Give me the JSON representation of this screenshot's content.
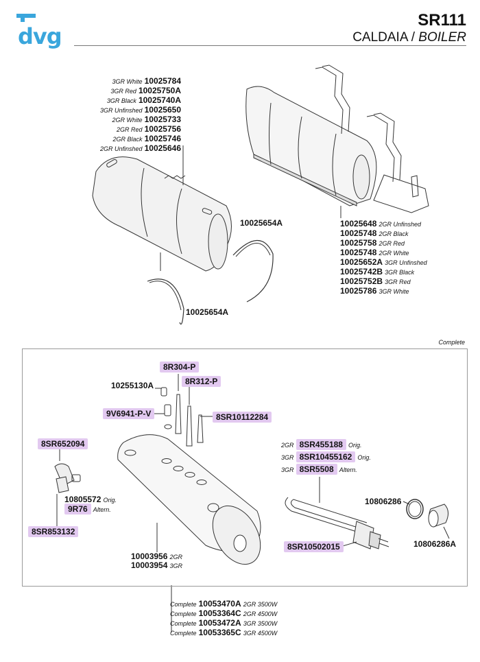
{
  "header": {
    "brand": "dvg",
    "model": "SR111",
    "subtitle_main": "CALDAIA / ",
    "subtitle_italic": "BOILER"
  },
  "casing_left": {
    "items": [
      {
        "desc": "3GR White",
        "code": "10025784"
      },
      {
        "desc": "3GR Red",
        "code": "10025750A"
      },
      {
        "desc": "3GR Black",
        "code": "10025740A"
      },
      {
        "desc": "3GR Unfinshed",
        "code": "10025650"
      },
      {
        "desc": "2GR White",
        "code": "10025733"
      },
      {
        "desc": "2GR Red",
        "code": "10025756"
      },
      {
        "desc": "2GR Black",
        "code": "10025746"
      },
      {
        "desc": "2GR Unfinshed",
        "code": "10025646"
      }
    ],
    "ring_top": "10025654A",
    "ring_bottom": "10025654A"
  },
  "casing_right": {
    "items": [
      {
        "code": "10025648",
        "desc": "2GR Unfinshed"
      },
      {
        "code": "10025748",
        "desc": "2GR Black"
      },
      {
        "code": "10025758",
        "desc": "2GR Red"
      },
      {
        "code": "10025748",
        "desc": "2GR White"
      },
      {
        "code": "10025652A",
        "desc": "3GR Unfinshed"
      },
      {
        "code": "10025742B",
        "desc": "3GR Black"
      },
      {
        "code": "10025752B",
        "desc": "3GR Red"
      },
      {
        "code": "10025786",
        "desc": "3GR White"
      }
    ]
  },
  "boiler_box": {
    "complete_label": "Complete",
    "parts": {
      "p1": "8R304-P",
      "p2": "10255130A",
      "p3": "8R312-P",
      "p4": "9V6941-P-V",
      "p5": "8SR10112284",
      "p6": "8SR652094",
      "p7": "10805572",
      "p7_note": "Orig.",
      "p8": "9R76",
      "p8_note": "Altern.",
      "p9": "8SR853132",
      "boiler_a": "10003956",
      "boiler_a_note": "2GR",
      "boiler_b": "10003954",
      "boiler_b_note": "3GR",
      "gasket": "10806286",
      "sleeve": "10806286A",
      "element": "8SR10502015"
    },
    "elements": [
      {
        "group": "2GR",
        "code": "8SR455188",
        "note": "Orig."
      },
      {
        "group": "3GR",
        "code": "8SR10455162",
        "note": "Orig."
      },
      {
        "group": "3GR",
        "code": "8SR5508",
        "note": "Altern."
      }
    ]
  },
  "complete_list": [
    {
      "prefix": "Complete",
      "code": "10053470A",
      "spec": "2GR 3500W"
    },
    {
      "prefix": "Complete",
      "code": "10053364C",
      "spec": "2GR 4500W"
    },
    {
      "prefix": "Complete",
      "code": "10053472A",
      "spec": "3GR 3500W"
    },
    {
      "prefix": "Complete",
      "code": "10053365C",
      "spec": "3GR 4500W"
    }
  ],
  "colors": {
    "brand": "#3aa6dc",
    "highlight": "#e2c9f0"
  }
}
